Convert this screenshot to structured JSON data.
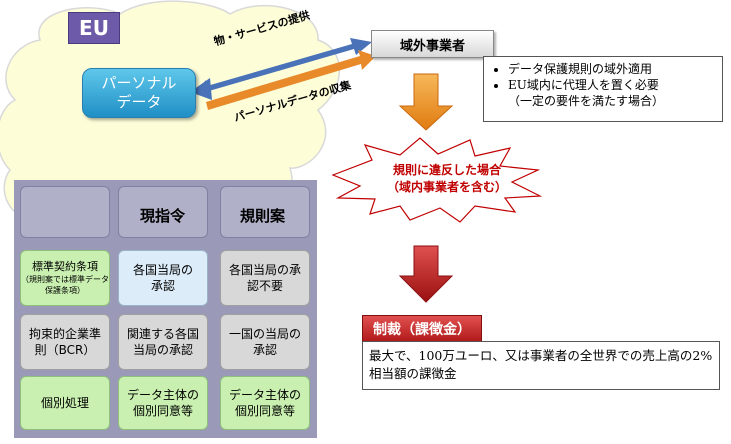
{
  "eu": {
    "label": "EU"
  },
  "personal_data": {
    "line1": "パーソナル",
    "line2": "データ"
  },
  "flows": {
    "goods_services": "物・サービスの提供",
    "data_collection": "パーソナルデータの収集"
  },
  "operator": {
    "title": "域外事業者",
    "notes": [
      "データ保護規則の域外適用",
      "EU域内に代理人を置く必要",
      "（一定の要件を満たす場合）"
    ]
  },
  "violation": {
    "line1": "規則に違反した場合",
    "line2": "（域内事業者を含む）"
  },
  "comparison": {
    "current_header": "現指令",
    "proposed_header": "規則案",
    "rows": [
      {
        "label": "標準契約条項",
        "sublabel": "（規則案では標準データ保護条項）",
        "current": "各国当局の承認",
        "proposed": "各国当局の承認不要"
      },
      {
        "label": "拘束的企業準則（BCR）",
        "sublabel": "",
        "current": "関連する各国当局の承認",
        "proposed": "一国の当局の承認"
      },
      {
        "label": "個別処理",
        "sublabel": "",
        "current": "データ主体の個別同意等",
        "proposed": "データ主体の個別同意等"
      }
    ]
  },
  "sanction": {
    "title": "制裁（課徴金）",
    "description": "最大で、100万ユーロ、又は事業者の全世界での売上高の2%相当額の課徴金"
  },
  "colors": {
    "eu_purple": "#6d5aa8",
    "data_blue": "#1f8fc6",
    "flow_blue": "#4a72b8",
    "flow_orange": "#e88a2a",
    "violation_red": "#c00000",
    "sanction_red": "#b01818",
    "cloud_fill": "#fdfdd8"
  }
}
